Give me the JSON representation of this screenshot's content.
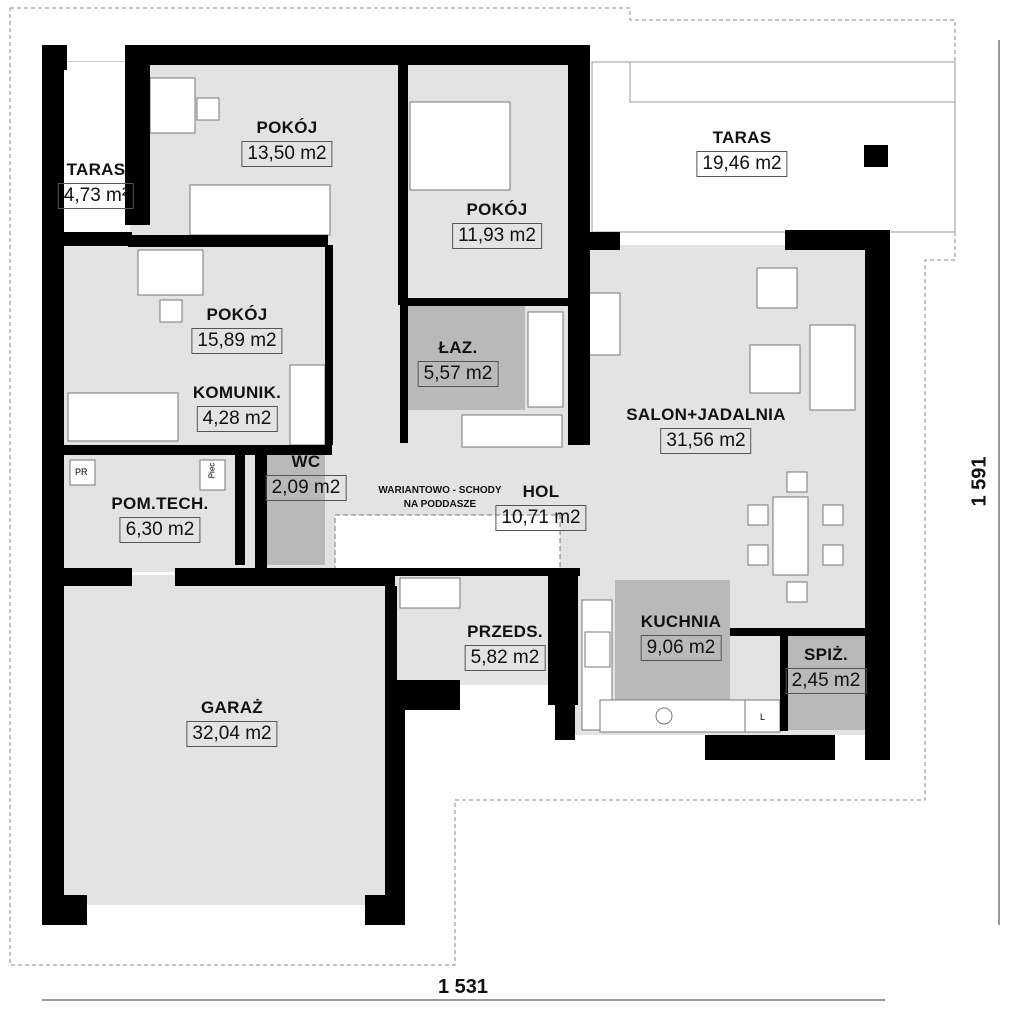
{
  "rooms": [
    {
      "id": "taras-small",
      "name": "TARAS",
      "area": "4,73 m²"
    },
    {
      "id": "pokoj-1",
      "name": "POKÓJ",
      "area": "13,50 m2"
    },
    {
      "id": "pokoj-2",
      "name": "POKÓJ",
      "area": "11,93 m2"
    },
    {
      "id": "taras-large",
      "name": "TARAS",
      "area": "19,46 m2"
    },
    {
      "id": "pokoj-3",
      "name": "POKÓJ",
      "area": "15,89 m2"
    },
    {
      "id": "komunik",
      "name": "KOMUNIK.",
      "area": "4,28 m2"
    },
    {
      "id": "laz",
      "name": "ŁAZ.",
      "area": "5,57 m2"
    },
    {
      "id": "salon",
      "name": "SALON+JADALNIA",
      "area": "31,56 m2"
    },
    {
      "id": "pom-tech",
      "name": "POM.TECH.",
      "area": "6,30 m2"
    },
    {
      "id": "wc",
      "name": "WC",
      "area": "2,09 m2"
    },
    {
      "id": "hol",
      "name": "HOL",
      "area": "10,71 m2"
    },
    {
      "id": "garaz",
      "name": "GARAŻ",
      "area": "32,04 m2"
    },
    {
      "id": "przeds",
      "name": "PRZEDS.",
      "area": "5,82 m2"
    },
    {
      "id": "kuchnia",
      "name": "KUCHNIA",
      "area": "9,06 m2"
    },
    {
      "id": "spiz",
      "name": "SPIŻ.",
      "area": "2,45 m2"
    }
  ],
  "stairs_note": [
    "WARIANTOWO - SCHODY",
    "NA PODDASZE"
  ],
  "fixtures": {
    "pr": "PR",
    "piec": "Piec",
    "fridge": "L"
  },
  "dimensions": {
    "width": "1 531",
    "height": "1 591"
  }
}
